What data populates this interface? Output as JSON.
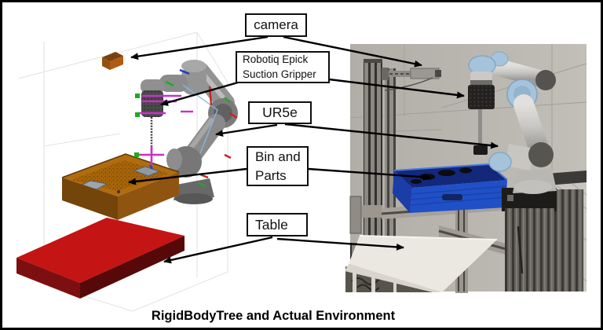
{
  "figure": {
    "caption": "RigidBodyTree and Actual Environment"
  },
  "labels": {
    "camera": "camera",
    "gripper": "Robotiq Epick Suction Gripper",
    "robot": "UR5e",
    "bin": "Bin and Parts",
    "table": "Table"
  },
  "colors": {
    "annotation_line": "#000000",
    "sim_bin_outer": "#8f5410",
    "sim_bin_inner": "#b06c0e",
    "sim_table_top": "#c51414",
    "sim_table_side": "#7c1010",
    "sim_camera_box": "#b05a14",
    "sim_frame_magenta": "#cc2ecc",
    "photo_wall": "#b6b2ac",
    "photo_bin_blue": "#2050c8",
    "photo_robot_blue": "#a5c3da",
    "photo_table_white": "#ebe8e1"
  }
}
